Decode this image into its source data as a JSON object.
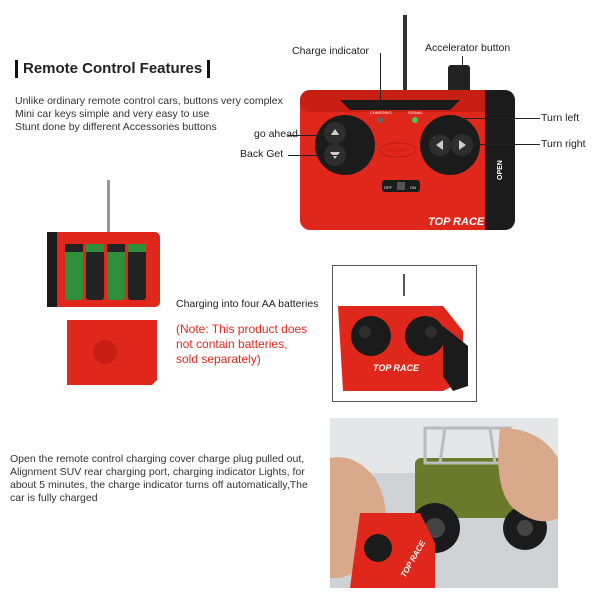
{
  "features": {
    "title": "Remote Control Features",
    "desc_lines": [
      "Unlike ordinary remote control cars, buttons very complex",
      "Mini car keys simple and very easy to use",
      "Stunt done by different Accessories buttons"
    ]
  },
  "callouts": {
    "charge_indicator": "Charge indicator",
    "accelerator_button": "Accelerator button",
    "turn_left": "Turn left",
    "turn_right": "Turn right",
    "go_ahead": "go ahead",
    "back_get": "Back Get"
  },
  "remote": {
    "brand": "TOP RACE",
    "open_label": "OPEN",
    "model_label": "TSH-3000",
    "led_left_label": "CHARGING",
    "led_right_label": "SIGNAL",
    "switch_off": "OFF",
    "switch_on": "ON"
  },
  "battery": {
    "caption": "Charging into four AA batteries",
    "note_lines": [
      "(Note: This product does",
      "not contain batteries,",
      "sold separately)"
    ]
  },
  "charging": {
    "lines": [
      "Open the remote control charging cover charge plug pulled out,",
      "Alignment SUV rear charging port, charging indicator Lights, for",
      "about 5 minutes, the charge indicator turns off automatically,The",
      "car is fully charged"
    ]
  },
  "colors": {
    "remote_red": "#e0271b",
    "dark": "#1b1b1b",
    "battery_green": "#2f8f3a",
    "note_red": "#e02a1e",
    "truck_green": "#6b7a2a"
  }
}
